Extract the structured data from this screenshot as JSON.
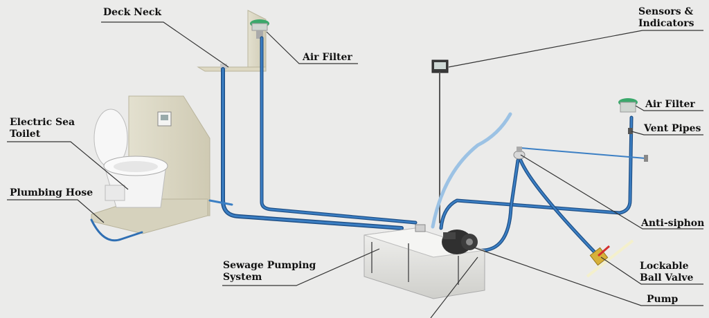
{
  "labels": {
    "deck_neck": "Deck Neck",
    "air_filter_top": "Air Filter",
    "sensors": [
      "Sensors &",
      "Indicators"
    ],
    "electric_toilet": [
      "Electric Sea",
      "Toilet"
    ],
    "plumbing_hose": "Plumbing Hose",
    "sewage_system": [
      "Sewage Pumping",
      "System"
    ],
    "air_filter_right": "Air Filter",
    "vent_pipes": "Vent Pipes",
    "anti_siphon": "Anti-siphon",
    "ball_valve": [
      "Lockable",
      "Ball Valve"
    ],
    "pump": "Pump"
  },
  "colors": {
    "background": "#ebebea",
    "hose": "#2f6fb3",
    "hose_dark": "#1e4f86",
    "panel": "#d9d5c1",
    "tank": "#e2e2df",
    "leader": "#333333",
    "filter_green": "#3aa86b"
  }
}
